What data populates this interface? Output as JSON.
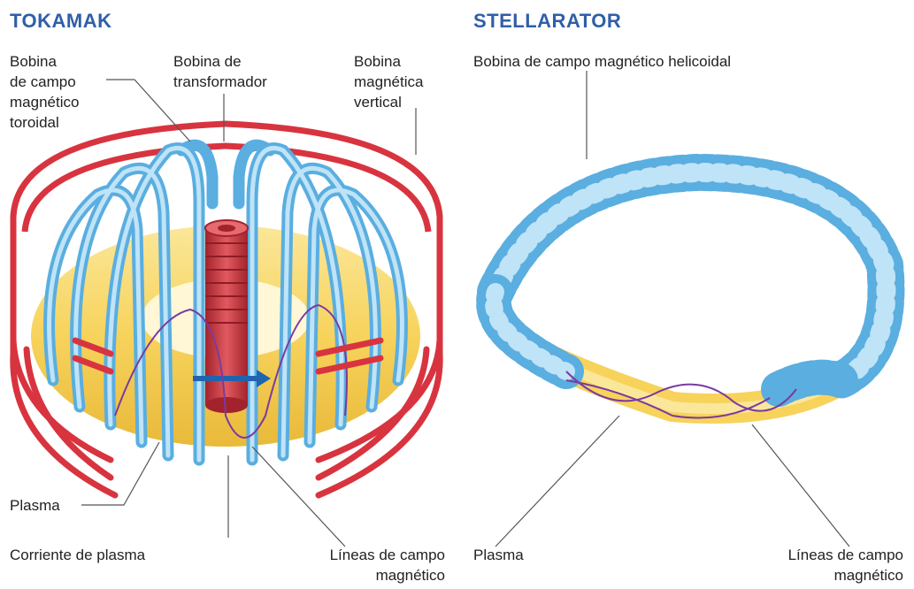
{
  "tokamak": {
    "title": "TOKAMAK",
    "labels": {
      "toroidal_coil": [
        "Bobina",
        "de campo",
        "magnético",
        "toroidal"
      ],
      "transformer_coil": [
        "Bobina de",
        "transformador"
      ],
      "vertical_coil": [
        "Bobina",
        "magnética",
        "vertical"
      ],
      "plasma": "Plasma",
      "plasma_current": "Corriente de plasma",
      "field_lines": [
        "Líneas de campo",
        "magnético"
      ]
    }
  },
  "stellarator": {
    "title": "STELLARATOR",
    "labels": {
      "helical_coil": "Bobina de campo magnético helicoidal",
      "plasma": "Plasma",
      "field_lines": [
        "Líneas de campo",
        "magnético"
      ]
    }
  },
  "colors": {
    "title": "#2f5fa8",
    "coil_blue": "#5aaee0",
    "coil_blue_light": "#bfe3f7",
    "coil_red": "#d8343f",
    "plasma_yellow": "#f7d35c",
    "field_line_purple": "#7a3aa0",
    "current_arrow": "#1f64b0"
  }
}
